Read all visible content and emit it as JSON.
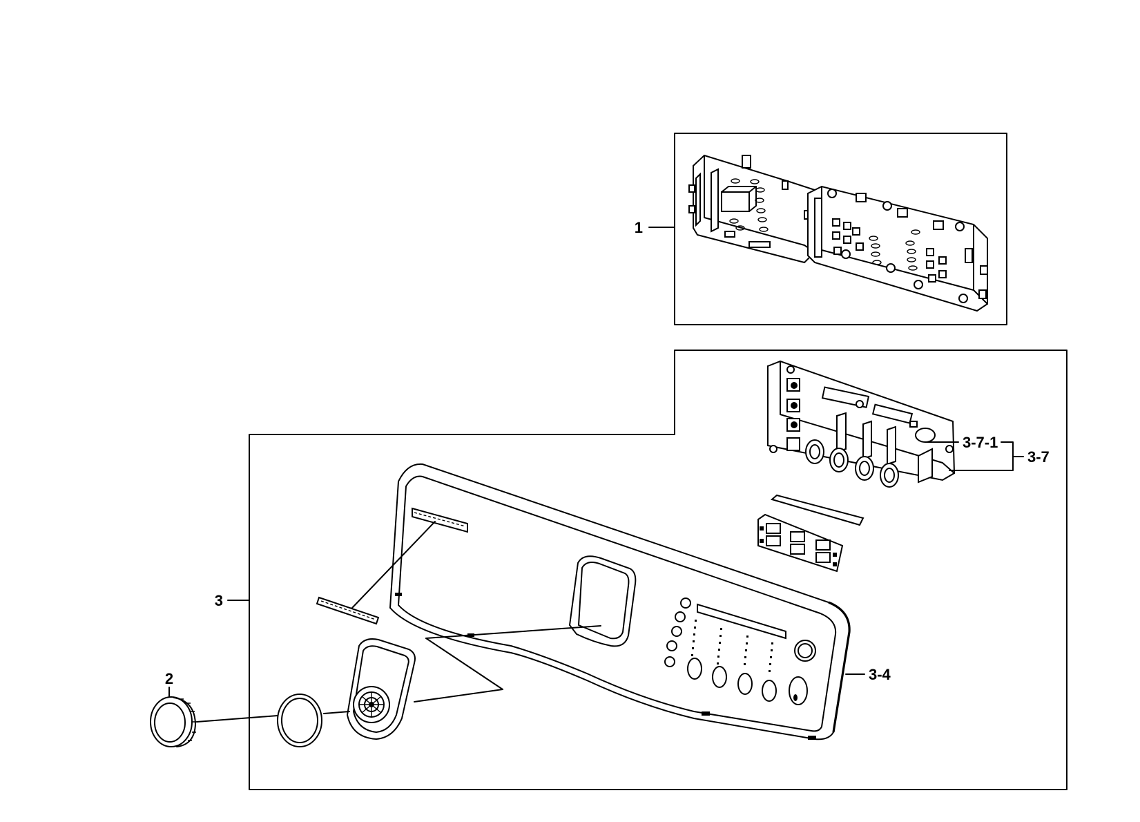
{
  "diagram": {
    "type": "exploded-parts-diagram",
    "callouts": [
      {
        "id": "1",
        "label": "1"
      },
      {
        "id": "2",
        "label": "2"
      },
      {
        "id": "3",
        "label": "3"
      },
      {
        "id": "3-4",
        "label": "3-4"
      },
      {
        "id": "3-7",
        "label": "3-7"
      },
      {
        "id": "3-7-1",
        "label": "3-7-1"
      }
    ]
  }
}
